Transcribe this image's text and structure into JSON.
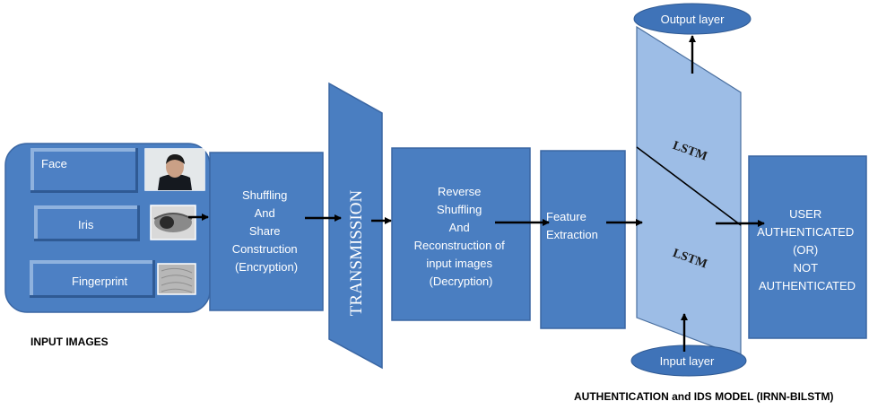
{
  "input_panel": {
    "fields": [
      "Face",
      "Iris",
      "Fingerprint"
    ],
    "caption": "INPUT IMAGES"
  },
  "encryption": {
    "lines": [
      "Shuffling",
      "And",
      "Share",
      "Construction",
      "(Encryption)"
    ]
  },
  "transmission": {
    "label": "TRANSMISSION"
  },
  "decryption": {
    "lines": [
      "Reverse",
      "Shuffling",
      "And",
      "Reconstruction of",
      "input images",
      "(Decryption)"
    ]
  },
  "feature": {
    "lines": [
      "Feature",
      "Extraction"
    ]
  },
  "model": {
    "output_layer": "Output layer",
    "input_layer": "Input layer",
    "lstm_top": "LSTM",
    "lstm_bottom": "LSTM",
    "caption": "AUTHENTICATION and IDS MODEL (IRNN-BILSTM)"
  },
  "result": {
    "lines": [
      "USER",
      "AUTHENTICATED",
      "(OR)",
      "NOT",
      "AUTHENTICATED"
    ]
  },
  "colors": {
    "box_fill": "#4a7ec1",
    "box_stroke": "#3a66a3",
    "panel_fill": "#4b7fc2",
    "field_fill": "#4d80c4",
    "field_light": "#8fb2de",
    "field_dark": "#2f5a94",
    "lstm_fill": "#9dbde6",
    "ellipse_fill": "#3f73b8",
    "arrow": "#000000"
  }
}
